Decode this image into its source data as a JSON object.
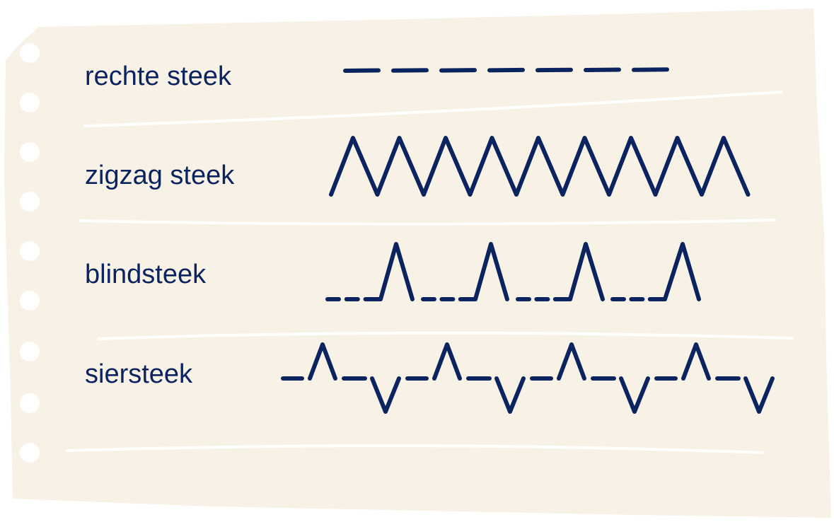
{
  "stitches": [
    {
      "label": "rechte steek",
      "pattern": "straight-dashed"
    },
    {
      "label": "zigzag steek",
      "pattern": "zigzag"
    },
    {
      "label": "blindsteek",
      "pattern": "blind-hem"
    },
    {
      "label": "siersteek",
      "pattern": "decorative"
    }
  ],
  "colors": {
    "paper": "#f8f2e6",
    "ink": "#0b2460",
    "rule": "#ffffff",
    "background": "#ffffff"
  }
}
